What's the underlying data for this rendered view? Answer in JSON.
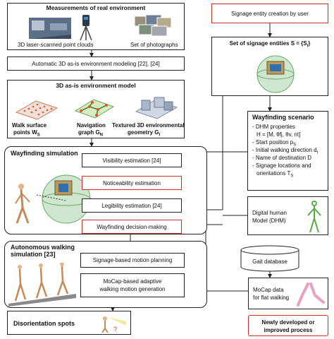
{
  "colors": {
    "accent_red": "#c8302a",
    "line": "#222222"
  },
  "measurements": {
    "title": "Measurements of real environment",
    "scanner_caption": "3D laser-scanned point clouds",
    "photos_caption": "Set of photographs"
  },
  "automatic_modeling": "Automatic 3D as-is environment modeling [22], [24]",
  "env_model": {
    "title": "3D as-is environment model",
    "walk_surface": "Walk surface",
    "walk_points": "points W",
    "walk_sub": "S",
    "nav_graph": "Navigation",
    "nav_graph2": "graph G",
    "nav_sub": "N",
    "textured1": "Textured 3D environmental",
    "textured2": "geometry G",
    "textured_sub": "I"
  },
  "wayfinding_sim": {
    "title": "Wayfinding simulation",
    "visibility": "Visibility estimation [24]",
    "noticeability": "Noticeability estimation",
    "legibility": "Legibility estimation [24]",
    "decision": "Wayfinding decision-making"
  },
  "autonomous": {
    "title1": "Autonomous walking",
    "title2": "simulation [23]",
    "signage_planning": "Signage-based motion planning",
    "mocap1": "MoCap-based adaptive",
    "mocap2": "walking motion generation"
  },
  "disorientation": "Disorientation spots",
  "signage_creation": "Signage entity creation by user",
  "signage_set": "Set of signage entities S = {S",
  "signage_set_sub": "i",
  "signage_set_end": "}",
  "scenario": {
    "title": "Wayfinding scenario",
    "items": [
      "- DHM properties",
      "H = [M, θ",
      "- Start position p",
      "- Initial walking direction d",
      "- Name of destination D",
      "- Signage locations and",
      "orientations T"
    ],
    "h_rest": "fj, θv, nt]",
    "p_sub": "S",
    "d_sub": "I",
    "t_sub": "S"
  },
  "dhm": {
    "line1": "Digital human",
    "line2": "Model (DHM)"
  },
  "gait": "Gait database",
  "mocap_data": {
    "line1": "MoCap data",
    "line2": "for flat walking"
  },
  "legend": {
    "line1": "Newly developed or",
    "line2": "improved process"
  }
}
